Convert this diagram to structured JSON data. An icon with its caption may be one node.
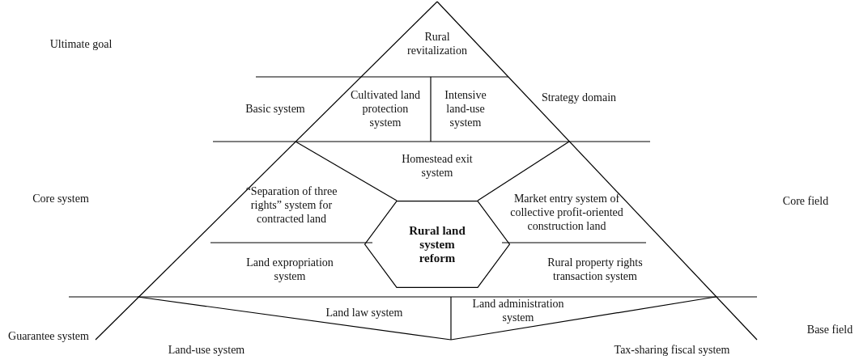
{
  "diagram": {
    "nodes": [
      {
        "text": [
          "Rural land system reform"
        ]
      }
    ],
    "labels": [
      "Ultimate goal",
      "Rural revitalization",
      "Strategy domain",
      "Basic system",
      "Cultivated land protection system",
      "Intensive land-use system",
      "Homestead exit system",
      "Core system",
      "“Separation of three rights” system for contracted land",
      "Market entry system of collective profit-oriented construction land",
      "Core field",
      "Land expropriation system",
      "Rural property rights transaction system",
      "Land law system",
      "Land administration system",
      "Guarantee system",
      "Base field",
      "Land-use system",
      "Tax-sharing fiscal system"
    ]
  }
}
